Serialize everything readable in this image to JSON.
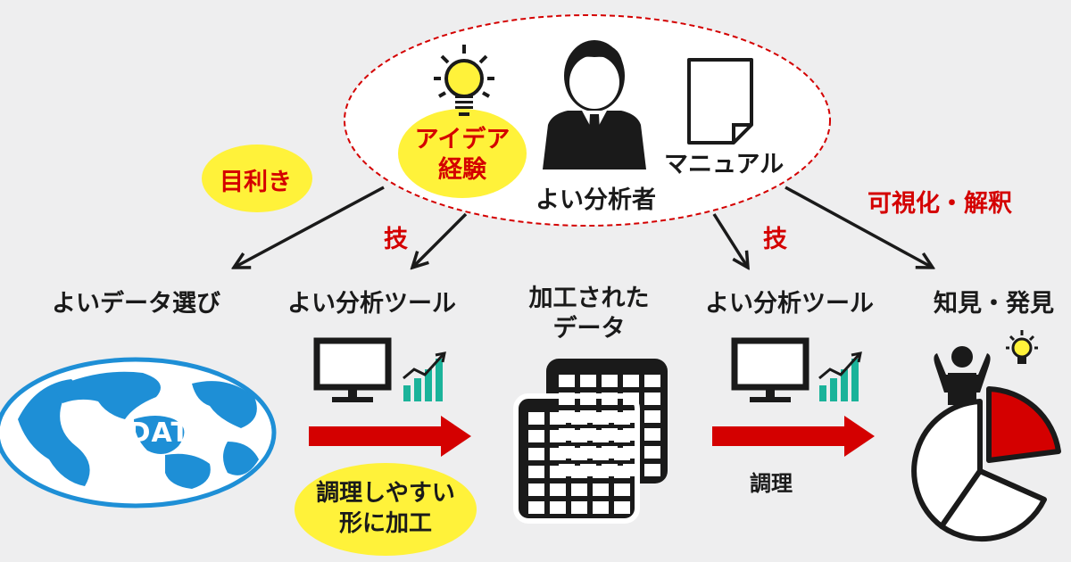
{
  "top": {
    "idea_line1": "アイデア",
    "idea_line2": "経験",
    "analyst": "よい分析者",
    "manual": "マニュアル"
  },
  "side_labels": {
    "mekiki": "目利き",
    "waza_left": "技",
    "waza_right": "技",
    "visualize": "可視化・解釈"
  },
  "stages": [
    {
      "label": "よいデータ選び"
    },
    {
      "label": "よい分析ツール"
    },
    {
      "label_line1": "加工された",
      "label_line2": "データ"
    },
    {
      "label": "よい分析ツール"
    },
    {
      "label": "知見・発見"
    }
  ],
  "globe_text": "BIGDATA",
  "process_labels": {
    "left_line1": "調理しやすい",
    "left_line2": "形に加工",
    "right": "調理"
  },
  "colors": {
    "background": "#eeeeef",
    "accent_red": "#d40000",
    "highlight_yellow": "#fff23a",
    "globe_blue": "#1e8fd6",
    "teal": "#1bb39a",
    "ink": "#1a1a1a"
  }
}
